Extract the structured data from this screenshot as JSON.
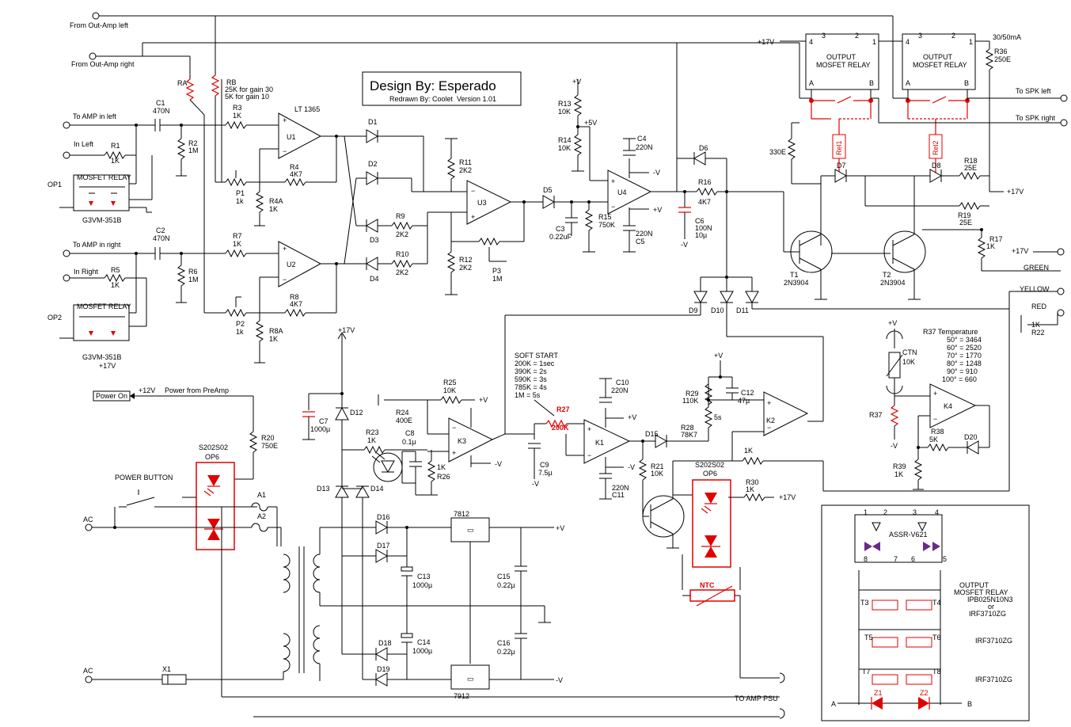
{
  "title": {
    "main": "Design By: Esperado",
    "sub_redrawn": "Redrawn By: Coolet",
    "sub_version": "Version 1.01"
  },
  "terminals": {
    "from_out_amp_left": "From Out-Amp left",
    "from_out_amp_right": "From Out-Amp right",
    "to_amp_in_left": "To AMP in left",
    "to_amp_in_right": "To AMP in right",
    "in_left": "In Left",
    "in_right": "In Right",
    "to_spk_left": "To SPK left",
    "to_spk_right": "To SPK right",
    "green": "GREEN",
    "yellow": "YELLOW",
    "red": "RED",
    "power_on": "Power On",
    "power_from_preamp": "Power from PreAmp",
    "plus12v": "+12V",
    "ac_top": "AC",
    "ac_bottom": "AC",
    "to_amp_psu": "TO AMP PSU",
    "power_button": "POWER BUTTON"
  },
  "relays": {
    "op1": "OP1",
    "op2": "OP2",
    "mosfet_relay": "MOSFET RELAY",
    "g3vm_1": "G3VM-351B",
    "g3vm_2": "G3VM-351B",
    "out_relay_line1": "OUTPUT",
    "out_relay_line2": "MOSFET RELAY",
    "rel1": "Rel1",
    "rel2": "Rel2"
  },
  "components": {
    "c1": "C1",
    "c1v": "470N",
    "c2": "C2",
    "c2v": "470N",
    "r1": "R1",
    "r1v": "1K",
    "r5": "R5",
    "r5v": "1K",
    "ra": "RA",
    "rb": "RB",
    "rb1": "25K for gain 30",
    "rb2": "5K for gain 10",
    "r2": "R2",
    "r2v": "1M",
    "r6": "R6",
    "r6v": "1M",
    "r3": "R3",
    "r3v": "1K",
    "r7": "R7",
    "r7v": "1K",
    "lt": "LT 1365",
    "u1": "U1",
    "u2": "U2",
    "u3": "U3",
    "u4": "U4",
    "r4": "R4",
    "r4v": "4K7",
    "r8": "R8",
    "r8v": "4K7",
    "p1": "P1",
    "p1v": "1k",
    "p2": "P2",
    "p2v": "1k",
    "r4a": "R4A",
    "r4av": "1K",
    "r8a": "R8A",
    "r8av": "1K",
    "d1": "D1",
    "d2": "D2",
    "d3": "D3",
    "d4": "D4",
    "d5": "D5",
    "d6": "D6",
    "d7": "D7",
    "d8": "D8",
    "d9": "D9",
    "d10": "D10",
    "d11": "D11",
    "r9": "R9",
    "r9v": "2K2",
    "r10": "R10",
    "r10v": "2K2",
    "r11": "R11",
    "r11v": "2K2",
    "r12": "R12",
    "r12v": "2K2",
    "p3": "P3",
    "p3v": "1M",
    "r13": "R13",
    "r13v": "10K",
    "r14": "R14",
    "r14v": "10K",
    "plus5v": "+5V",
    "c3": "C3",
    "c3v": "0.22uF",
    "r15": "R15",
    "r15v": "750K",
    "c4": "C4",
    "c4v": "220N",
    "c5": "C5",
    "c5v": "220N",
    "r16": "R16",
    "r16v": "4K7",
    "c6": "C6",
    "c6v": "100N",
    "c6v2": "10µ",
    "r330": "330E",
    "r18": "R18",
    "r18v": "25E",
    "r19": "R19",
    "r19v": "25E",
    "r17": "R17",
    "r17v": "1K",
    "r36": "R36",
    "r36v": "250E",
    "current": "30/50mA",
    "t1": "T1",
    "t1v": "2N3904",
    "t2": "T2",
    "t2v": "2N3904",
    "r22": "R22",
    "r22v": "1K",
    "plus17v": "+17V",
    "plus_v": "+V",
    "minus_v": "-V",
    "r37temp": "R37 Temperature",
    "temps": [
      "50° = 3464",
      "60° = 2520",
      "70° = 1770",
      "80° = 1248",
      "90° = 910",
      "100° = 660"
    ],
    "ctn": "CTN",
    "ctnv": "10K",
    "r37": "R37",
    "k4": "K4",
    "r38": "R38",
    "r38v": "5K",
    "d20": "D20",
    "r39": "R39",
    "r39v": "1K",
    "soft_start": "SOFT START",
    "soft_vals": [
      "200K = 1sec",
      "390K = 2s",
      "590K = 3s",
      "785K = 4s",
      "1M = 5s"
    ],
    "r27": "R27",
    "r27v": "200K",
    "c10": "C10",
    "c10v": "220N",
    "c11": "C11",
    "c11v": "220N",
    "c9": "C9",
    "c9v": "7.5µ",
    "k1": "K1",
    "k2": "K2",
    "k3": "K3",
    "d15": "D15",
    "r21": "R21",
    "r21v": "10K",
    "r28": "R28",
    "r28v": "78K7",
    "r29": "R29",
    "r29v": "110K",
    "c12": "C12",
    "c12v": "47µ",
    "five_s": "5s",
    "r_1k": "1K",
    "r25": "R25",
    "r25v": "10K",
    "r24": "R24",
    "r24v": "400E",
    "r23": "R23",
    "r23v": "1K",
    "c8": "C8",
    "c8v": "0.1µ",
    "r26": "R26",
    "r26v": "1K",
    "c7": "C7",
    "c7v": "1000µ",
    "d12": "D12",
    "d13": "D13",
    "d14": "D14",
    "d16": "D16",
    "d17": "D17",
    "d18": "D18",
    "d19": "D19",
    "c13": "C13",
    "c13v": "1000µ",
    "c14": "C14",
    "c14v": "1000µ",
    "c15": "C15",
    "c15v": "0.22µ",
    "c16": "C16",
    "c16v": "0.22µ",
    "reg7812": "7812",
    "reg7912": "7912",
    "r20": "R20",
    "r20v": "750E",
    "s202_1": "S202S02",
    "op6_1": "OP6",
    "s202_2": "S202S02",
    "op6_2": "OP6",
    "a1": "A1",
    "a2": "A2",
    "x1": "X1",
    "r30": "R30",
    "r30v": "1K",
    "ntc": "NTC"
  },
  "inset": {
    "assr": "ASSR-V621",
    "pins": [
      "1",
      "2",
      "3",
      "4",
      "8",
      "7",
      "6",
      "5"
    ],
    "out1": "OUTPUT",
    "out2": "MOSFET RELAY",
    "ipb": "IPB025N10N3",
    "or": "or",
    "irf1": "IRF3710ZG",
    "irf2": "IRF3710ZG",
    "irf3": "IRF3710ZG",
    "t3": "T3",
    "t4": "T4",
    "t5": "T5",
    "t6": "T6",
    "t7": "T7",
    "t8": "T8",
    "z1": "Z1",
    "z2": "Z2",
    "a": "A",
    "b": "B"
  },
  "colors": {
    "accent": "#e00000",
    "ink": "#000000",
    "bg": "#ffffff"
  }
}
